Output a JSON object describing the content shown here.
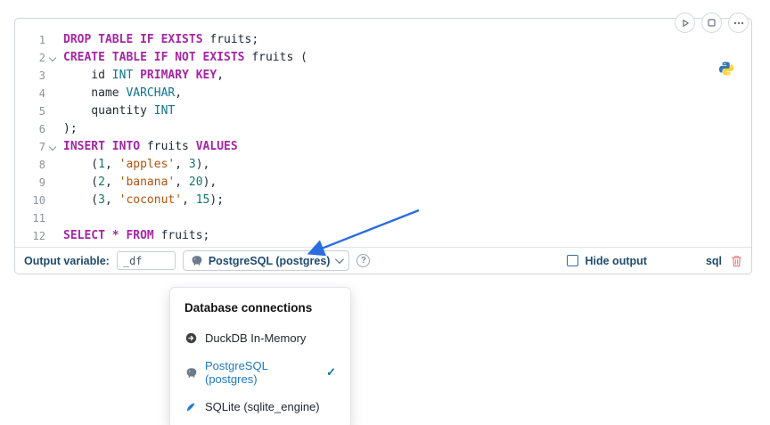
{
  "colors": {
    "keyword": "#a626a4",
    "type": "#0e7490",
    "string": "#b45309",
    "number": "#0f766e",
    "selected_connection": "#1d79c0",
    "annotation_arrow": "#2b6cdf",
    "trash": "#e57373"
  },
  "cell": {
    "actions": [
      {
        "name": "run-button",
        "icon": "play-icon"
      },
      {
        "name": "interrupt-button",
        "icon": "stop-square-icon"
      },
      {
        "name": "more-actions-button",
        "icon": "ellipsis-icon"
      }
    ],
    "kernel_icon": "python-icon"
  },
  "editor": {
    "lines": [
      {
        "num": "1",
        "fold": false,
        "tokens": [
          [
            "kw",
            "DROP TABLE IF EXISTS"
          ],
          [
            "pl",
            " fruits;"
          ]
        ]
      },
      {
        "num": "2",
        "fold": true,
        "tokens": [
          [
            "kw",
            "CREATE TABLE IF NOT EXISTS"
          ],
          [
            "pl",
            " fruits ("
          ]
        ]
      },
      {
        "num": "3",
        "fold": false,
        "tokens": [
          [
            "pl",
            "    id "
          ],
          [
            "ty",
            "INT"
          ],
          [
            "pl",
            " "
          ],
          [
            "kw",
            "PRIMARY KEY"
          ],
          [
            "pl",
            ","
          ]
        ]
      },
      {
        "num": "4",
        "fold": false,
        "tokens": [
          [
            "pl",
            "    name "
          ],
          [
            "ty",
            "VARCHAR"
          ],
          [
            "pl",
            ","
          ]
        ]
      },
      {
        "num": "5",
        "fold": false,
        "tokens": [
          [
            "pl",
            "    quantity "
          ],
          [
            "ty",
            "INT"
          ]
        ]
      },
      {
        "num": "6",
        "fold": false,
        "tokens": [
          [
            "pl",
            ");"
          ]
        ]
      },
      {
        "num": "7",
        "fold": true,
        "tokens": [
          [
            "kw",
            "INSERT INTO"
          ],
          [
            "pl",
            " fruits "
          ],
          [
            "kw",
            "VALUES"
          ]
        ]
      },
      {
        "num": "8",
        "fold": false,
        "tokens": [
          [
            "pl",
            "    ("
          ],
          [
            "num",
            "1"
          ],
          [
            "pl",
            ", "
          ],
          [
            "str",
            "'apples'"
          ],
          [
            "pl",
            ", "
          ],
          [
            "num",
            "3"
          ],
          [
            "pl",
            "),"
          ]
        ]
      },
      {
        "num": "9",
        "fold": false,
        "tokens": [
          [
            "pl",
            "    ("
          ],
          [
            "num",
            "2"
          ],
          [
            "pl",
            ", "
          ],
          [
            "str",
            "'banana'"
          ],
          [
            "pl",
            ", "
          ],
          [
            "num",
            "20"
          ],
          [
            "pl",
            "),"
          ]
        ]
      },
      {
        "num": "10",
        "fold": false,
        "tokens": [
          [
            "pl",
            "    ("
          ],
          [
            "num",
            "3"
          ],
          [
            "pl",
            ", "
          ],
          [
            "str",
            "'coconut'"
          ],
          [
            "pl",
            ", "
          ],
          [
            "num",
            "15"
          ],
          [
            "pl",
            ");"
          ]
        ]
      },
      {
        "num": "11",
        "fold": false,
        "tokens": []
      },
      {
        "num": "12",
        "fold": false,
        "tokens": [
          [
            "kw",
            "SELECT"
          ],
          [
            "pl",
            " "
          ],
          [
            "kw",
            "*"
          ],
          [
            "pl",
            " "
          ],
          [
            "kw",
            "FROM"
          ],
          [
            "pl",
            " fruits;"
          ]
        ]
      }
    ]
  },
  "toolbar": {
    "output_variable_label": "Output variable:",
    "output_variable_value": "_df",
    "connection_label": "PostgreSQL (postgres)",
    "connection_icon": "postgresql-icon",
    "help_icon_label": "?",
    "hide_output_label": "Hide output",
    "hide_output_checked": false,
    "language_label": "sql",
    "delete_icon": "trash-icon"
  },
  "connections_menu": {
    "title": "Database connections",
    "items": [
      {
        "label": "DuckDB In-Memory",
        "icon": "duckdb-icon",
        "selected": false
      },
      {
        "label": "PostgreSQL (postgres)",
        "icon": "postgresql-icon",
        "selected": true
      },
      {
        "label": "SQLite (sqlite_engine)",
        "icon": "sqlite-icon",
        "selected": false
      }
    ]
  }
}
